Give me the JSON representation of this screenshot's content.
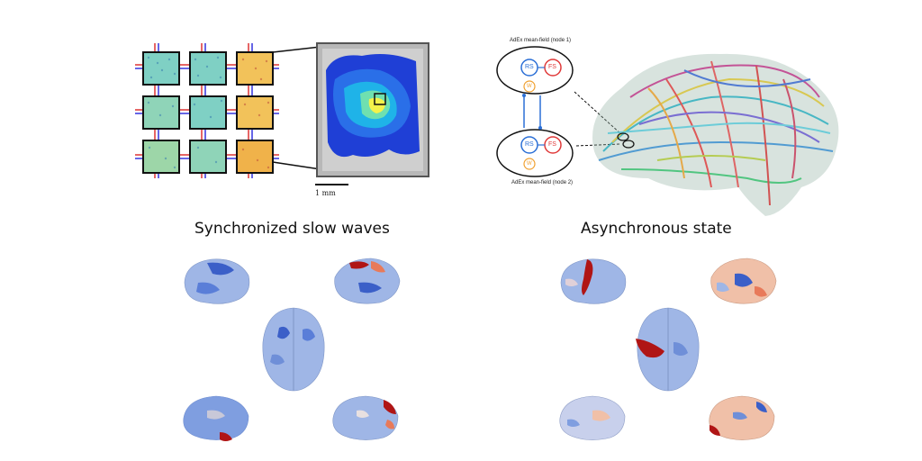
{
  "figure": {
    "scale_bar_label": "1 mm",
    "node1_label": "AdEx mean-field (node 1)",
    "node2_label": "AdEx mean-field (node 2)",
    "population_rs": "RS",
    "population_fs": "FS",
    "adaptation_w": "W",
    "panel_left_title": "Synchronized slow waves",
    "panel_right_title": "Asynchronous state"
  },
  "colors": {
    "grid_cyan": "#5ec7c9",
    "grid_orange": "#f0b24a",
    "heat_blue": "#1f3fd6",
    "heat_yellow": "#f4f24a",
    "rs_blue": "#2b6fd6",
    "fs_red": "#e03a3a",
    "w_orange": "#f0a030",
    "brain_blue": "#6f8fd8",
    "brain_red": "#b01515"
  }
}
